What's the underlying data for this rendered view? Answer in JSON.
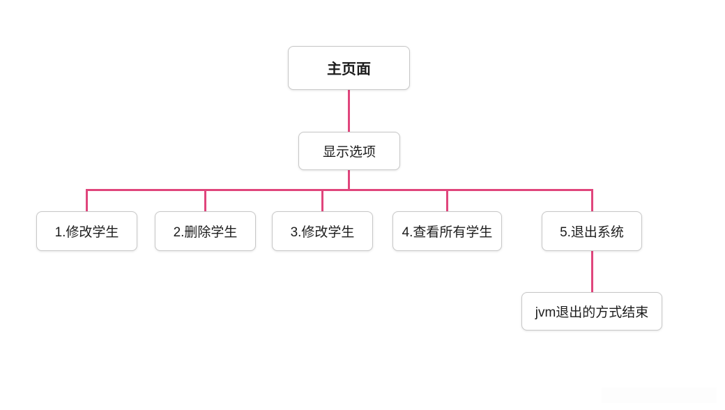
{
  "diagram": {
    "accent_color": "#e0457c",
    "border_color": "#c7c7c7",
    "nodes": {
      "root": {
        "label": "主页面"
      },
      "options": {
        "label": "显示选项"
      },
      "children": [
        {
          "label": "1.修改学生"
        },
        {
          "label": "2.删除学生"
        },
        {
          "label": "3.修改学生"
        },
        {
          "label": "4.查看所有学生"
        },
        {
          "label": "5.退出系统"
        }
      ],
      "jvm": {
        "label": "jvm退出的方式结束"
      }
    }
  }
}
